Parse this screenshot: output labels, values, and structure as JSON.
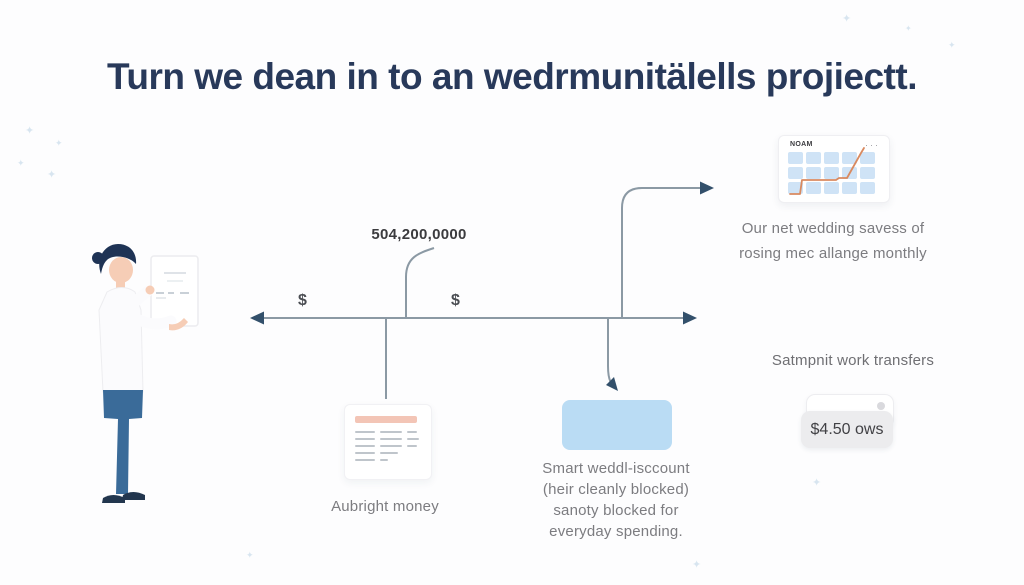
{
  "title": "Turn we dean in to an wedrmunitälells projiectt.",
  "flow": {
    "amount_label": "504,200,0000",
    "dollar_sign_left": "$",
    "dollar_sign_right": "$"
  },
  "statement_card": {
    "caption": "Aubright money"
  },
  "smart_account": {
    "lines": [
      "Smart weddl-isccount",
      "(heir cleanly blocked)",
      "sanoty blocked for",
      "everyday spending."
    ]
  },
  "savings_widget": {
    "header": "NOAM",
    "menu_icon": "···",
    "caption_lines": [
      "Our net wedding savess of",
      "rosing mec allange monthly"
    ]
  },
  "transfers": {
    "heading": "Satmpnit work transfers",
    "amount": "$4.50 ows"
  },
  "decor": {
    "sparkle": "✦"
  },
  "colors": {
    "title": "#28395a",
    "line": "#8b99a4",
    "arrow": "#33506b",
    "muted_text": "#7c7c80",
    "accent_blue": "#badcf4",
    "accent_pink": "#f3c5b6",
    "chart_line": "#d98a60",
    "grid_square": "#cfe3f6",
    "pants_blue": "#3a6b99",
    "hair_navy": "#1e3355"
  }
}
